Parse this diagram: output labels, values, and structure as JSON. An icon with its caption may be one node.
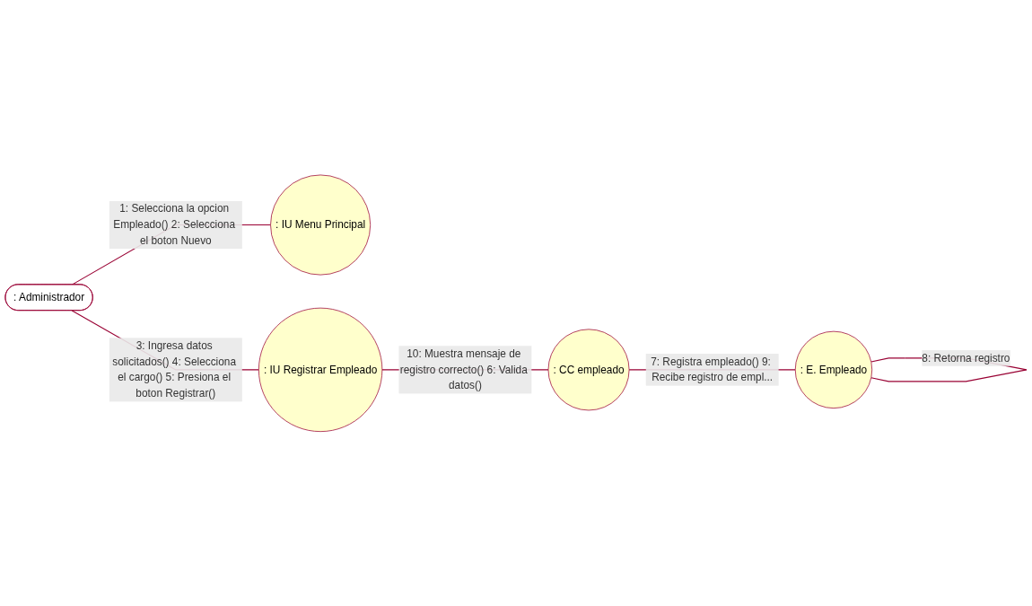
{
  "diagram": {
    "nodes": [
      {
        "text": [
          ": IU Menu Principal"
        ]
      },
      {
        "text": [
          ": IU Registrar Empleado"
        ]
      },
      {
        "text": [
          ": Administrador"
        ]
      },
      {
        "text": [
          ": CC empleado"
        ]
      },
      {
        "text": [
          ": E. Empleado"
        ]
      }
    ],
    "edges": [
      {
        "from": 2,
        "to": 0,
        "arrow": "none",
        "label": "1: Selecciona la opcion Empleado() 2: Selecciona el boton Nuevo"
      },
      {
        "from": 2,
        "to": 1,
        "arrow": "none",
        "label": "3: Ingresa datos solicitados() 4: Selecciona el cargo() 5: Presiona el boton Registrar()"
      },
      {
        "from": 1,
        "to": 3,
        "arrow": "none",
        "label": "10: Muestra mensaje de registro correcto() 6: Valida datos()"
      },
      {
        "from": 3,
        "to": 4,
        "arrow": "none",
        "label": "7: Registra empleado() 9: Recibe registro de empl..."
      },
      {
        "from": 4,
        "to": 4,
        "arrow": "none",
        "label": "8: Retorna registro"
      }
    ]
  }
}
